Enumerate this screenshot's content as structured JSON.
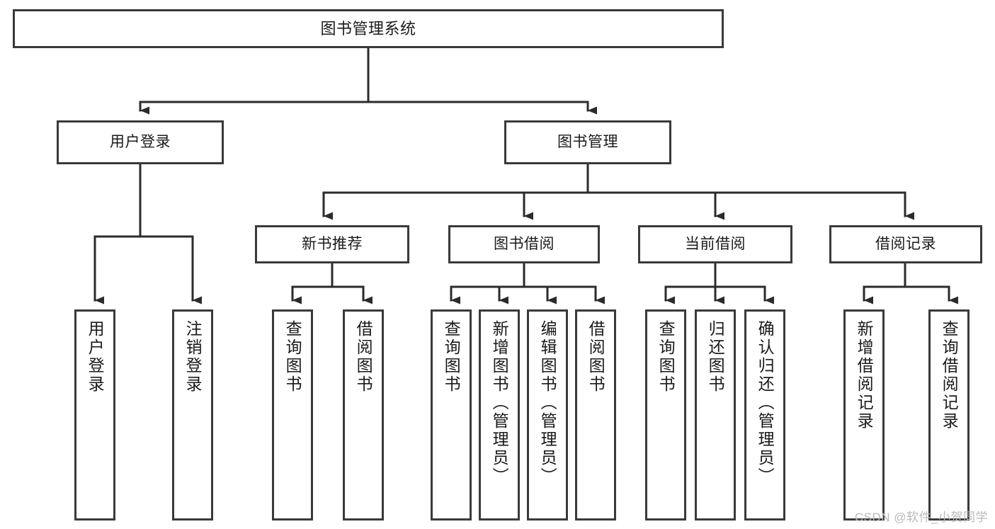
{
  "diagram": {
    "title": "图书管理系统",
    "type": "functional-structure-tree",
    "watermark": "CSDN @软件_小贺同学",
    "colors": {
      "background": "#ffffff",
      "node_border": "#3a3a3a",
      "node_fill": "#ffffff",
      "edge": "#2b2b2b",
      "text": "#1a1a1a",
      "watermark": "#b9b9b9"
    },
    "nodes": {
      "root": {
        "label": "图书管理系统",
        "level": 1,
        "orientation": "horizontal"
      },
      "level2": [
        {
          "id": "user-login",
          "label": "用户登录",
          "orientation": "horizontal"
        },
        {
          "id": "book-manage",
          "label": "图书管理",
          "orientation": "horizontal"
        }
      ],
      "level3": [
        {
          "id": "new-book-recommend",
          "label": "新书推荐",
          "orientation": "horizontal"
        },
        {
          "id": "book-borrow",
          "label": "图书借阅",
          "orientation": "horizontal"
        },
        {
          "id": "current-borrow",
          "label": "当前借阅",
          "orientation": "horizontal"
        },
        {
          "id": "borrow-record",
          "label": "借阅记录",
          "orientation": "horizontal"
        }
      ],
      "leaves": {
        "user-login": [
          {
            "id": "leaf-user-login",
            "label": "用户登录",
            "orientation": "vertical"
          },
          {
            "id": "leaf-logout-login",
            "label": "注销登录",
            "orientation": "vertical"
          }
        ],
        "new-book-recommend": [
          {
            "id": "leaf-query-book-1",
            "label": "查询图书",
            "orientation": "vertical"
          },
          {
            "id": "leaf-borrow-book-1",
            "label": "借阅图书",
            "orientation": "vertical"
          }
        ],
        "book-borrow": [
          {
            "id": "leaf-query-book-2",
            "label": "查询图书",
            "orientation": "vertical"
          },
          {
            "id": "leaf-add-book",
            "label": "新增图书（管理员）",
            "orientation": "vertical"
          },
          {
            "id": "leaf-edit-book",
            "label": "编辑图书（管理员）",
            "orientation": "vertical"
          },
          {
            "id": "leaf-borrow-book-2",
            "label": "借阅图书",
            "orientation": "vertical"
          }
        ],
        "current-borrow": [
          {
            "id": "leaf-query-book-3",
            "label": "查询图书",
            "orientation": "vertical"
          },
          {
            "id": "leaf-return-book",
            "label": "归还图书",
            "orientation": "vertical"
          },
          {
            "id": "leaf-confirm-return",
            "label": "确认归还（管理员）",
            "orientation": "vertical"
          }
        ],
        "borrow-record": [
          {
            "id": "leaf-add-record",
            "label": "新增借阅记录",
            "orientation": "vertical"
          },
          {
            "id": "leaf-query-record",
            "label": "查询借阅记录",
            "orientation": "vertical"
          }
        ]
      }
    }
  }
}
